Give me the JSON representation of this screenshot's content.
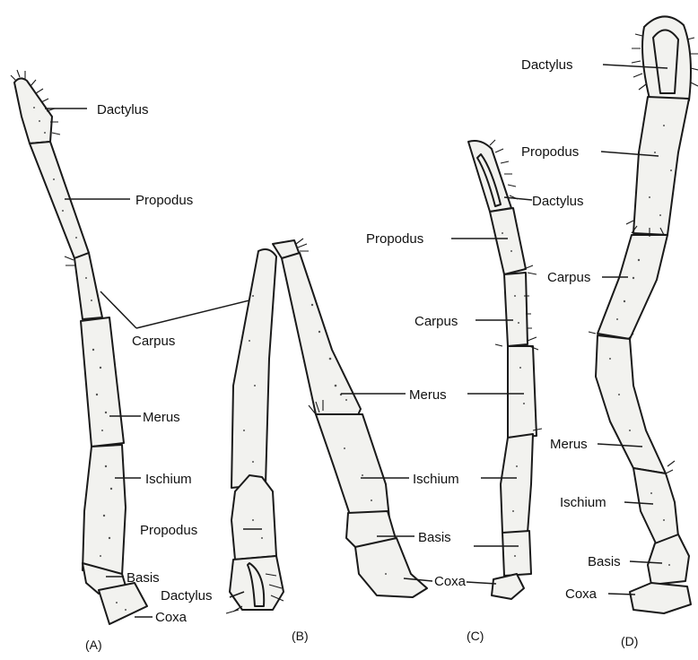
{
  "labels": {
    "a": {
      "dactylus": "Dactylus",
      "propodus": "Propodus",
      "carpus": "Carpus",
      "merus": "Merus",
      "ischium": "Ischium",
      "basis": "Basis",
      "coxa": "Coxa",
      "caption": "(A)"
    },
    "b": {
      "propodus": "Propodus",
      "dactylus": "Dactylus",
      "caption": "(B)"
    },
    "c": {
      "dactylus": "Dactylus",
      "propodus": "Propodus",
      "carpus": "Carpus",
      "merus": "Merus",
      "ischium": "Ischium",
      "basis": "Basis",
      "coxa": "Coxa",
      "caption": "(C)"
    },
    "d": {
      "dactylus": "Dactylus",
      "propodus": "Propodus",
      "carpus": "Carpus",
      "merus": "Merus",
      "ischium": "Ischium",
      "basis": "Basis",
      "coxa": "Coxa",
      "caption": "(D)"
    }
  },
  "colors": {
    "ink": "#1a1a1a",
    "paper": "#ffffff",
    "fill": "#f2f2ef"
  }
}
